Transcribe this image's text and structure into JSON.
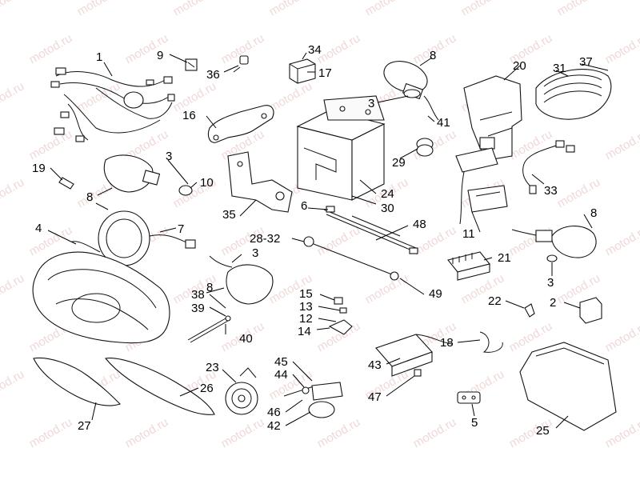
{
  "watermark": "motod.ru",
  "callouts": [
    {
      "id": "c1",
      "text": "1"
    },
    {
      "id": "c9",
      "text": "9"
    },
    {
      "id": "c36",
      "text": "36"
    },
    {
      "id": "c34",
      "text": "34"
    },
    {
      "id": "c17",
      "text": "17"
    },
    {
      "id": "c8a",
      "text": "8"
    },
    {
      "id": "c20",
      "text": "20"
    },
    {
      "id": "c31",
      "text": "31"
    },
    {
      "id": "c37",
      "text": "37"
    },
    {
      "id": "c16",
      "text": "16"
    },
    {
      "id": "c3a",
      "text": "3"
    },
    {
      "id": "c41",
      "text": "41"
    },
    {
      "id": "c3b",
      "text": "3"
    },
    {
      "id": "c19",
      "text": "19"
    },
    {
      "id": "c10",
      "text": "10"
    },
    {
      "id": "c8b",
      "text": "8"
    },
    {
      "id": "c29",
      "text": "29"
    },
    {
      "id": "c33",
      "text": "33"
    },
    {
      "id": "c35",
      "text": "35"
    },
    {
      "id": "c24",
      "text": "24"
    },
    {
      "id": "c30",
      "text": "30"
    },
    {
      "id": "c6",
      "text": "6"
    },
    {
      "id": "c48",
      "text": "48"
    },
    {
      "id": "c4",
      "text": "4"
    },
    {
      "id": "c7",
      "text": "7"
    },
    {
      "id": "c8c",
      "text": "8"
    },
    {
      "id": "c11",
      "text": "11"
    },
    {
      "id": "c28",
      "text": "28-32"
    },
    {
      "id": "c3c",
      "text": "3"
    },
    {
      "id": "c21",
      "text": "21"
    },
    {
      "id": "c8d",
      "text": "8"
    },
    {
      "id": "c3d",
      "text": "3"
    },
    {
      "id": "c38",
      "text": "38"
    },
    {
      "id": "c39",
      "text": "39"
    },
    {
      "id": "c15",
      "text": "15"
    },
    {
      "id": "c13",
      "text": "13"
    },
    {
      "id": "c12",
      "text": "12"
    },
    {
      "id": "c49",
      "text": "49"
    },
    {
      "id": "c22",
      "text": "22"
    },
    {
      "id": "c2",
      "text": "2"
    },
    {
      "id": "c14",
      "text": "14"
    },
    {
      "id": "c40",
      "text": "40"
    },
    {
      "id": "c18",
      "text": "18"
    },
    {
      "id": "c23",
      "text": "23"
    },
    {
      "id": "c45",
      "text": "45"
    },
    {
      "id": "c44",
      "text": "44"
    },
    {
      "id": "c43",
      "text": "43"
    },
    {
      "id": "c47",
      "text": "47"
    },
    {
      "id": "c26",
      "text": "26"
    },
    {
      "id": "c46",
      "text": "46"
    },
    {
      "id": "c42",
      "text": "42"
    },
    {
      "id": "c27",
      "text": "27"
    },
    {
      "id": "c5",
      "text": "5"
    },
    {
      "id": "c25",
      "text": "25"
    }
  ]
}
